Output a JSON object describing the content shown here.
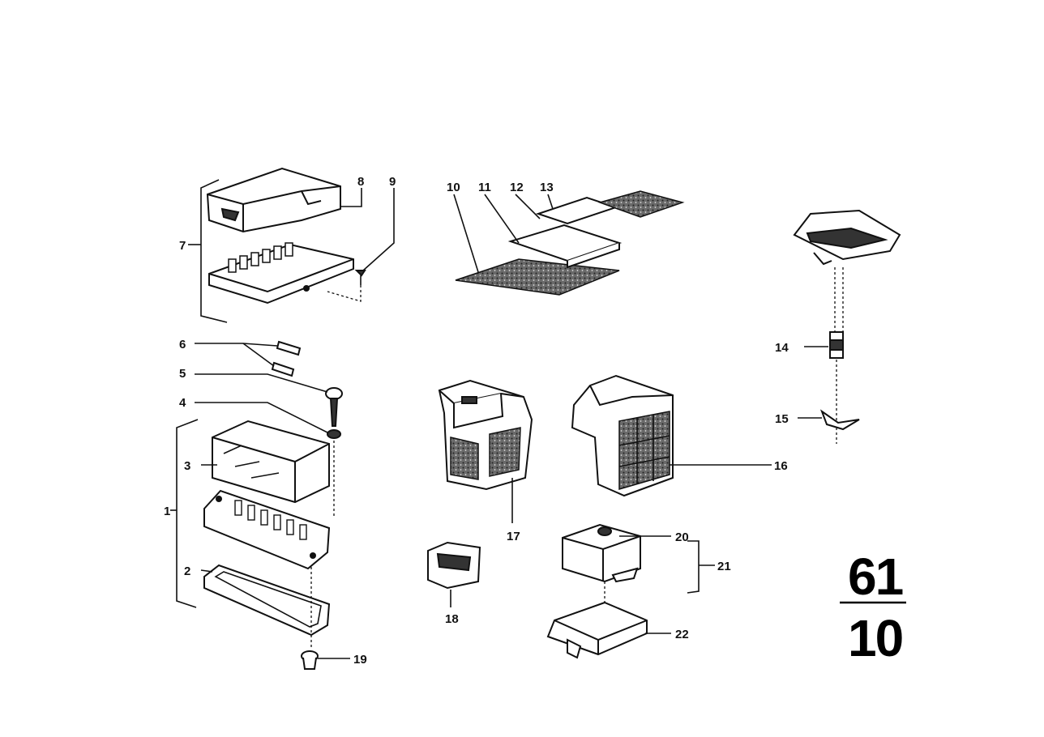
{
  "callouts": {
    "c1": "1",
    "c2": "2",
    "c3": "3",
    "c4": "4",
    "c5": "5",
    "c6": "6",
    "c7": "7",
    "c8": "8",
    "c9": "9",
    "c10": "10",
    "c11": "11",
    "c12": "12",
    "c13": "13",
    "c14": "14",
    "c15": "15",
    "c16": "16",
    "c17": "17",
    "c18": "18",
    "c19": "19",
    "c20": "20",
    "c21": "21",
    "c22": "22"
  },
  "group_code": {
    "main": "61",
    "sub": "10"
  },
  "colors": {
    "ink": "#111111",
    "paper": "#ffffff"
  }
}
